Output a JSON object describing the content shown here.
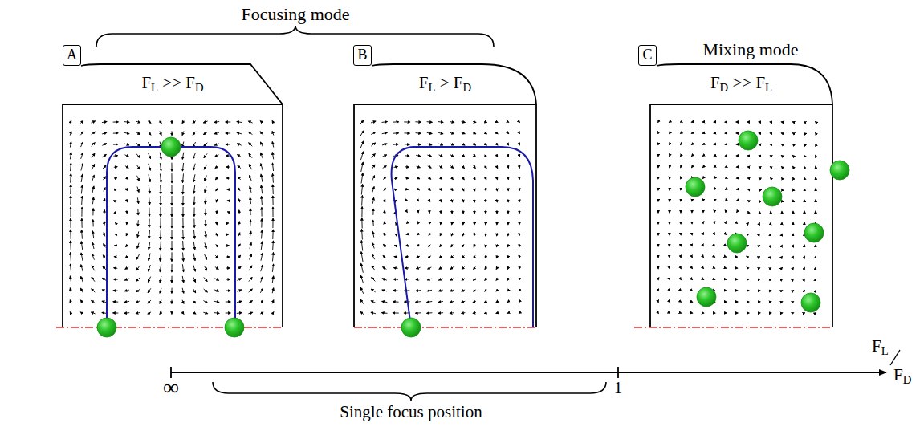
{
  "diagram": {
    "nodes": [
      {
        "text": [
          "A"
        ]
      },
      {
        "text": [
          "FL >> FD"
        ]
      },
      {
        "text": [
          "B"
        ]
      },
      {
        "text": [
          "FL > FD"
        ]
      },
      {
        "text": [
          "C"
        ]
      },
      {
        "text": [
          "FD >> FL"
        ]
      }
    ],
    "labels": [
      "Focusing mode",
      "Mixing mode",
      "∞",
      "1",
      "FL",
      "FD",
      "Single focus position"
    ]
  }
}
